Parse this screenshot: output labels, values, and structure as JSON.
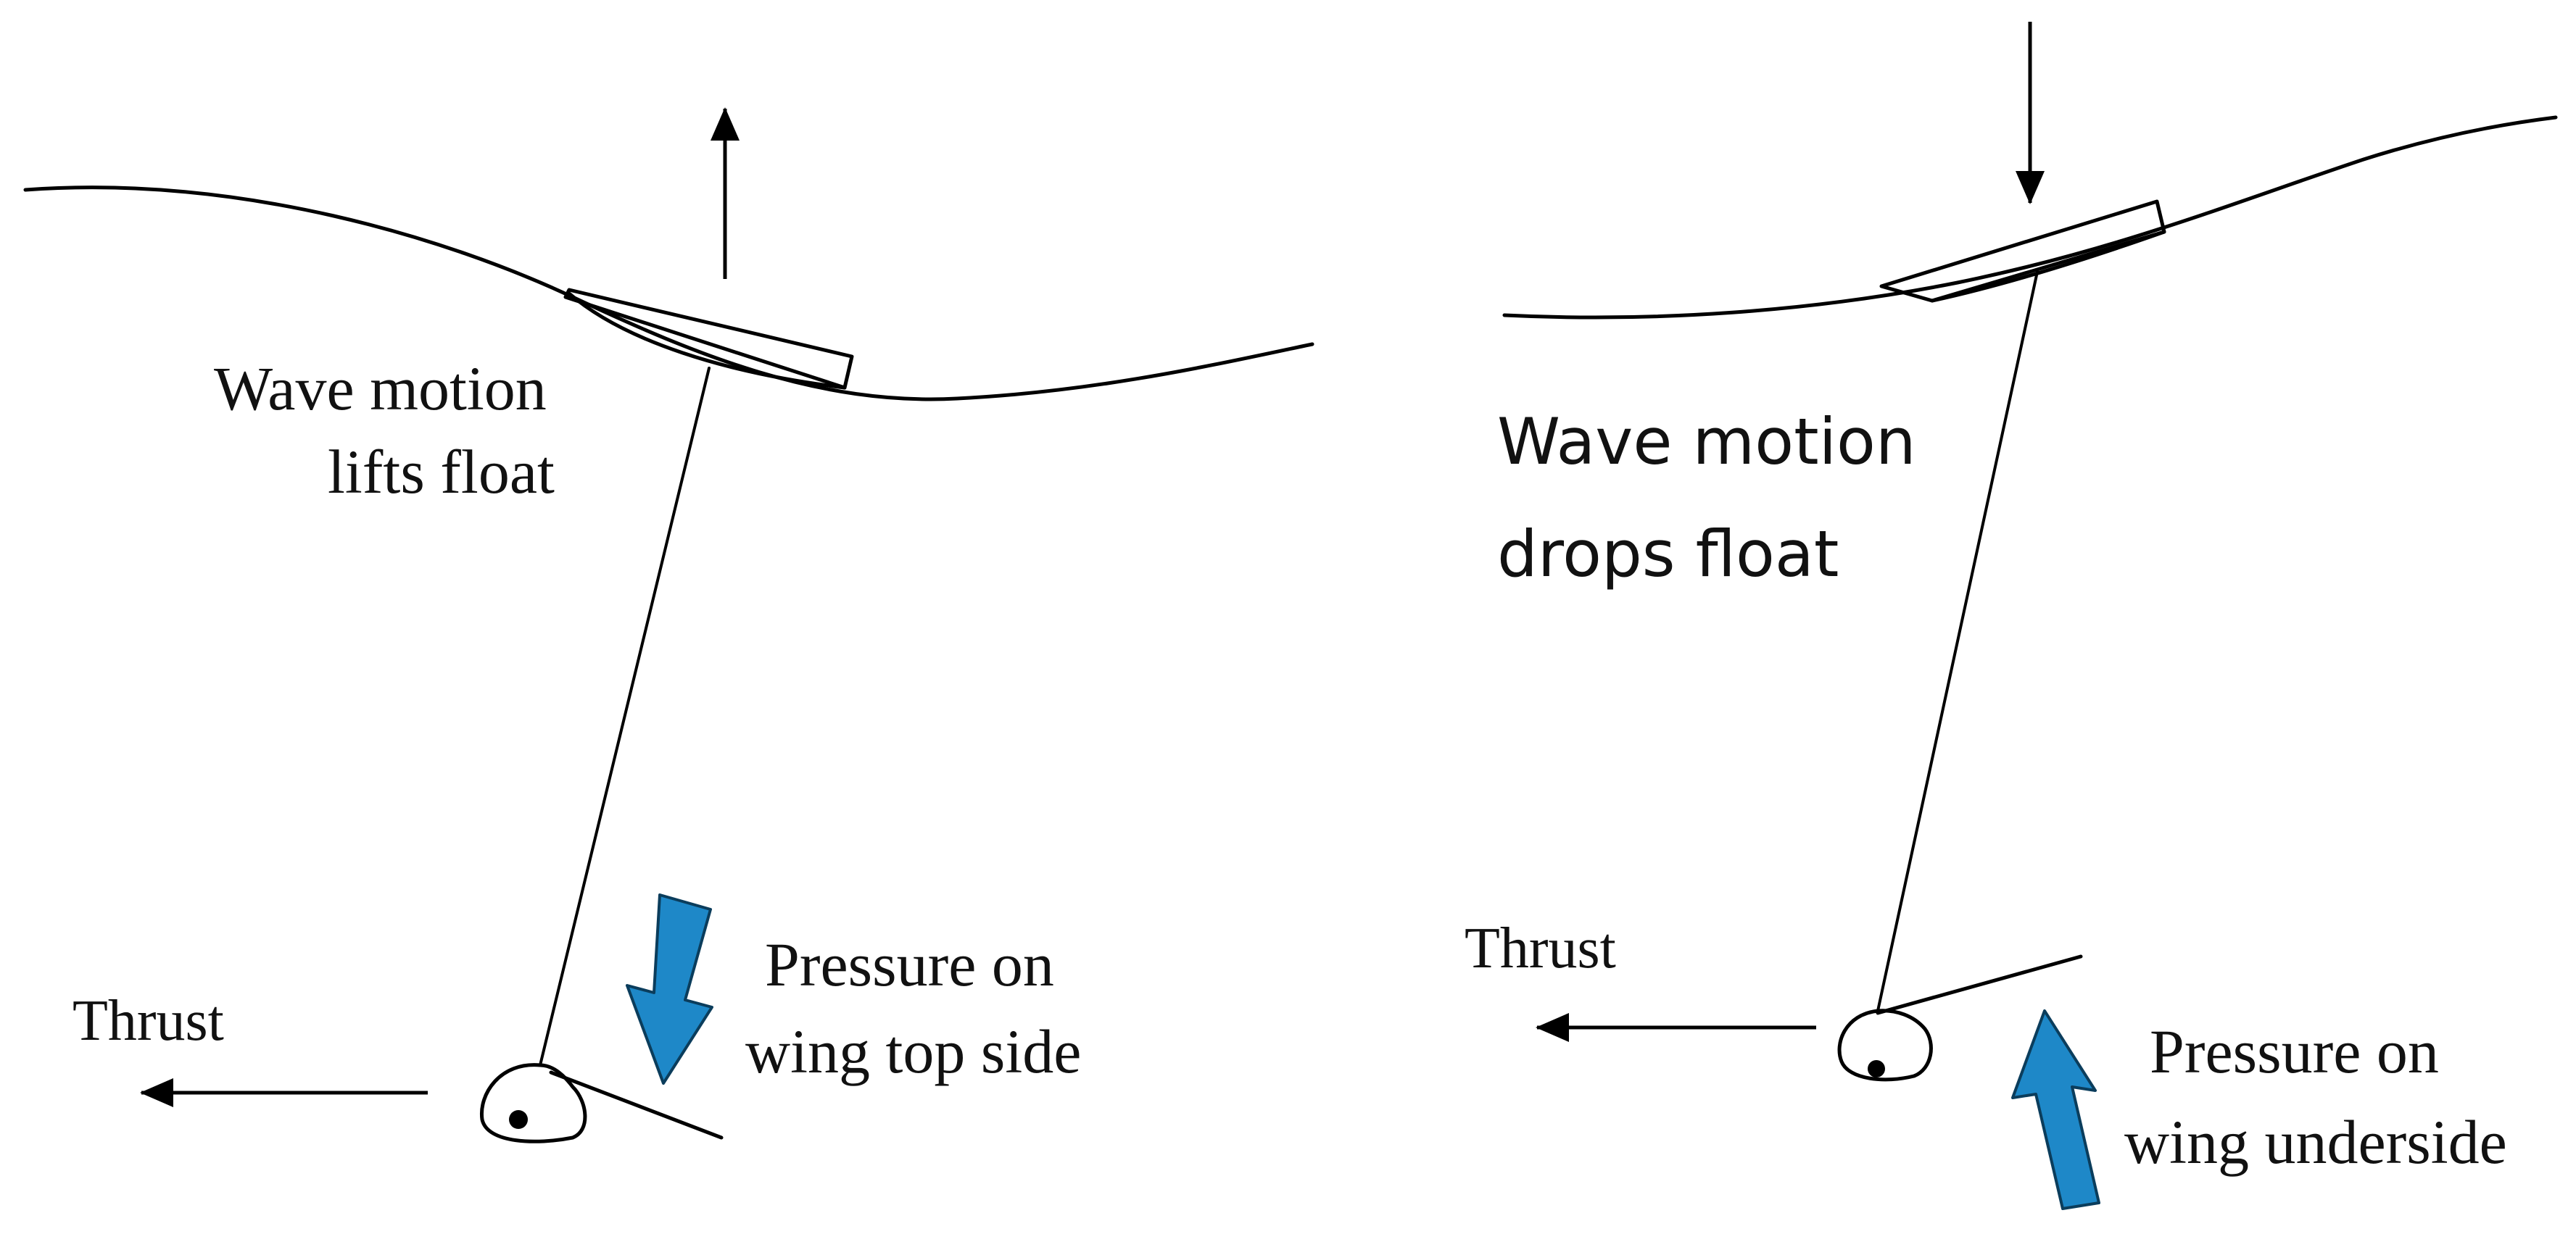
{
  "left_panel": {
    "caption_line1": "Wave motion",
    "caption_line2": "lifts float",
    "thrust_label": "Thrust",
    "pressure_line1": "Pressure on",
    "pressure_line2": "wing top side"
  },
  "right_panel": {
    "caption_line1": "Wave motion",
    "caption_line2": "drops float",
    "thrust_label": "Thrust",
    "pressure_line1": "Pressure on",
    "pressure_line2": "wing underside"
  },
  "colors": {
    "pressure_arrow": "#1E88C8",
    "pressure_arrow_outline": "#0B3D5C",
    "line": "#000000"
  }
}
